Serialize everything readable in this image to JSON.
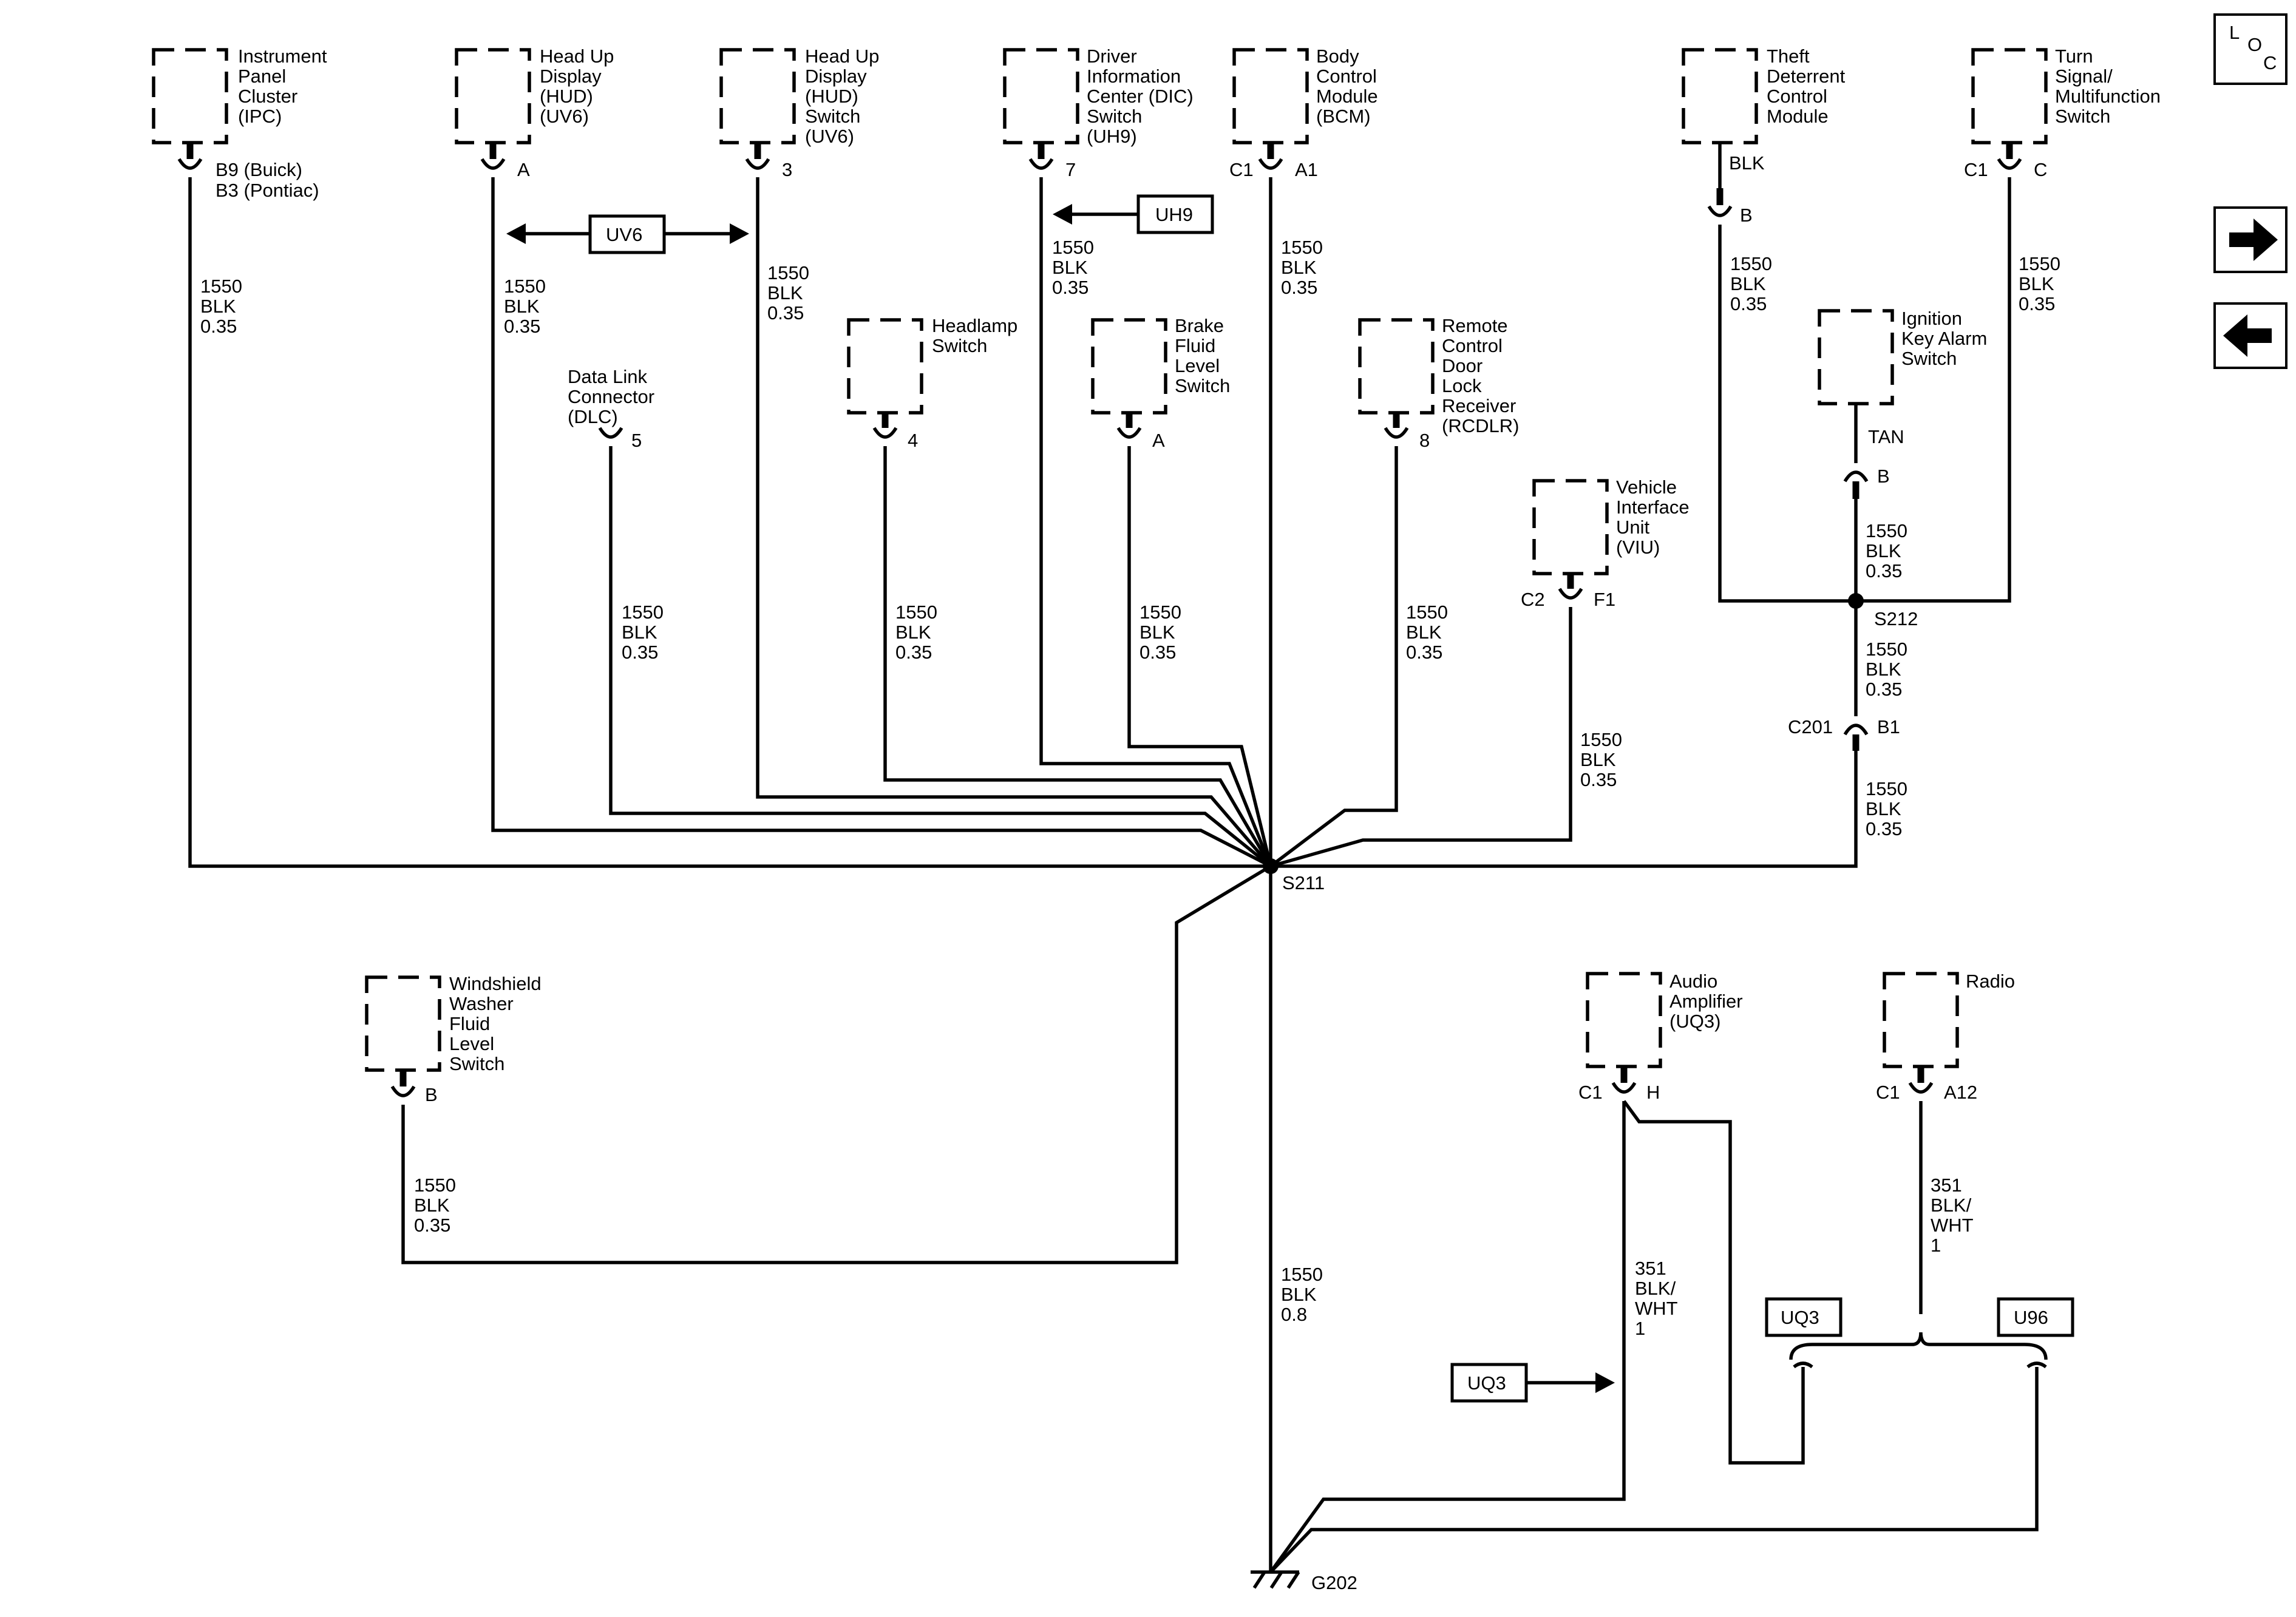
{
  "loc": [
    "L",
    "O",
    "C"
  ],
  "nav": {
    "forward_icon": "arrow-right-icon",
    "back_icon": "arrow-left-icon"
  },
  "components": {
    "ipc": {
      "lines": [
        "Instrument",
        "Panel",
        "Cluster",
        "(IPC)"
      ],
      "pins": [
        "B9 (Buick)",
        "B3 (Pontiac)"
      ]
    },
    "hud_uv6": {
      "lines": [
        "Head Up",
        "Display",
        "(HUD)",
        "(UV6)"
      ],
      "pin": "A"
    },
    "hud_switch": {
      "lines": [
        "Head Up",
        "Display",
        "(HUD)",
        "Switch",
        "(UV6)"
      ],
      "pin": "3"
    },
    "dic_switch": {
      "lines": [
        "Driver",
        "Information",
        "Center (DIC)",
        "Switch",
        "(UH9)"
      ],
      "pin": "7"
    },
    "bcm": {
      "lines": [
        "Body",
        "Control",
        "Module",
        "(BCM)"
      ],
      "connector": "C1",
      "pin": "A1"
    },
    "tdcm": {
      "lines": [
        "Theft",
        "Deterrent",
        "Control",
        "Module"
      ],
      "wire_color": "BLK",
      "pin": "B"
    },
    "turn_signal": {
      "lines": [
        "Turn",
        "Signal/",
        "Multifunction",
        "Switch"
      ],
      "connector": "C1",
      "pin": "C"
    },
    "dlc": {
      "lines": [
        "Data Link",
        "Connector",
        "(DLC)"
      ],
      "pin": "5"
    },
    "headlamp": {
      "lines": [
        "Headlamp",
        "Switch"
      ],
      "pin": "4"
    },
    "brake_fluid": {
      "lines": [
        "Brake",
        "Fluid",
        "Level",
        "Switch"
      ],
      "pin": "A"
    },
    "rcdlr": {
      "lines": [
        "Remote",
        "Control",
        "Door",
        "Lock",
        "Receiver",
        "(RCDLR)"
      ],
      "pin": "8"
    },
    "ignition_key": {
      "lines": [
        "Ignition",
        "Key Alarm",
        "Switch"
      ],
      "wire_color": "TAN",
      "pin": "B"
    },
    "viu": {
      "lines": [
        "Vehicle",
        "Interface",
        "Unit",
        "(VIU)"
      ],
      "connector": "C2",
      "pin": "F1"
    },
    "washer": {
      "lines": [
        "Windshield",
        "Washer",
        "Fluid",
        "Level",
        "Switch"
      ],
      "pin": "B"
    },
    "amp": {
      "lines": [
        "Audio",
        "Amplifier",
        "(UQ3)"
      ],
      "connector": "C1",
      "pin": "H"
    },
    "radio": {
      "lines": [
        "Radio"
      ],
      "connector": "C1",
      "pin": "A12"
    }
  },
  "wires": {
    "w_ipc": [
      "1550",
      "BLK",
      "0.35"
    ],
    "w_hud": [
      "1550",
      "BLK",
      "0.35"
    ],
    "w_hudsw": [
      "1550",
      "BLK",
      "0.35"
    ],
    "w_dic": [
      "1550",
      "BLK",
      "0.35"
    ],
    "w_bcm": [
      "1550",
      "BLK",
      "0.35"
    ],
    "w_dlc": [
      "1550",
      "BLK",
      "0.35"
    ],
    "w_head": [
      "1550",
      "BLK",
      "0.35"
    ],
    "w_brake": [
      "1550",
      "BLK",
      "0.35"
    ],
    "w_rcdlr": [
      "1550",
      "BLK",
      "0.35"
    ],
    "w_viu": [
      "1550",
      "BLK",
      "0.35"
    ],
    "w_tdcm": [
      "1550",
      "BLK",
      "0.35"
    ],
    "w_turn": [
      "1550",
      "BLK",
      "0.35"
    ],
    "w_ign": [
      "1550",
      "BLK",
      "0.35"
    ],
    "w_s212": [
      "1550",
      "BLK",
      "0.35"
    ],
    "w_c201": [
      "1550",
      "BLK",
      "0.35"
    ],
    "w_washer": [
      "1550",
      "BLK",
      "0.35"
    ],
    "w_ground": [
      "1550",
      "BLK",
      "0.8"
    ],
    "w_amp": [
      "351",
      "BLK/",
      "WHT",
      "1"
    ],
    "w_radio": [
      "351",
      "BLK/",
      "WHT",
      "1"
    ]
  },
  "options": {
    "uv6": "UV6",
    "uh9": "UH9",
    "uq3_top": "UQ3",
    "u96": "U96",
    "uq3_left": "UQ3"
  },
  "splices": {
    "s211": "S211",
    "s212": "S212"
  },
  "inline": {
    "c201": "C201",
    "c201_pin": "B1"
  },
  "ground": "G202"
}
